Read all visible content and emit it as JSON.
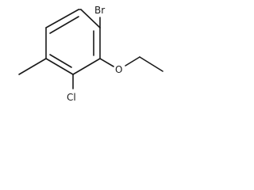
{
  "molecule": {
    "atoms": {
      "bromine": "Br",
      "oxygen": "O",
      "chlorine": "Cl"
    }
  }
}
